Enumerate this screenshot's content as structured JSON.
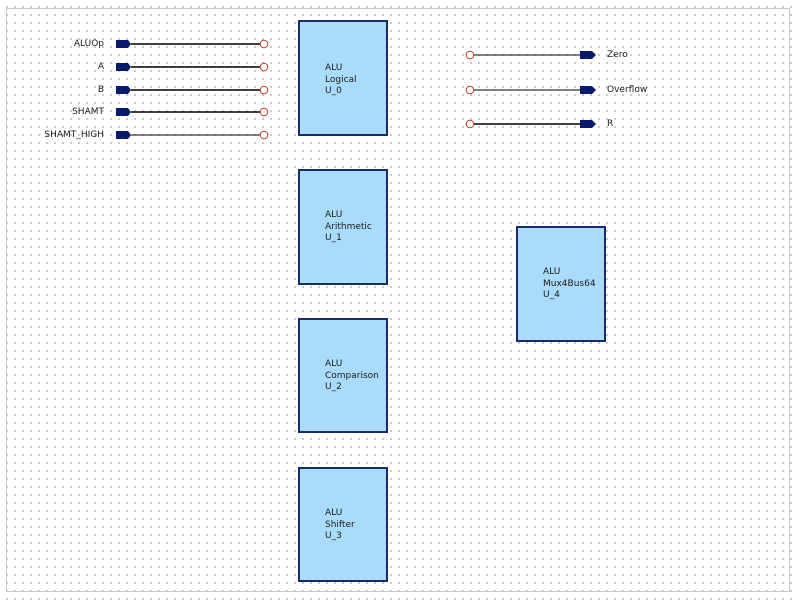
{
  "input_ports": [
    {
      "label": "ALUOp"
    },
    {
      "label": "A"
    },
    {
      "label": "B"
    },
    {
      "label": "SHAMT"
    },
    {
      "label": "SHAMT_HIGH"
    }
  ],
  "output_ports": [
    {
      "label": "Zero"
    },
    {
      "label": "Overflow"
    },
    {
      "label": "R"
    }
  ],
  "blocks": [
    {
      "library": "ALU",
      "cell": "Logical",
      "instance": "U_0"
    },
    {
      "library": "ALU",
      "cell": "Arithmetic",
      "instance": "U_1"
    },
    {
      "library": "ALU",
      "cell": "Comparison",
      "instance": "U_2"
    },
    {
      "library": "ALU",
      "cell": "Shifter",
      "instance": "U_3"
    },
    {
      "library": "ALU",
      "cell": "Mux4Bus64",
      "instance": "U_4"
    }
  ],
  "colors": {
    "block_fill": "#a9dcfa",
    "block_border": "#1a2a6a",
    "port_fill": "#0a1a6a",
    "wire": "#000000",
    "pin_circle": "#c0392b"
  }
}
